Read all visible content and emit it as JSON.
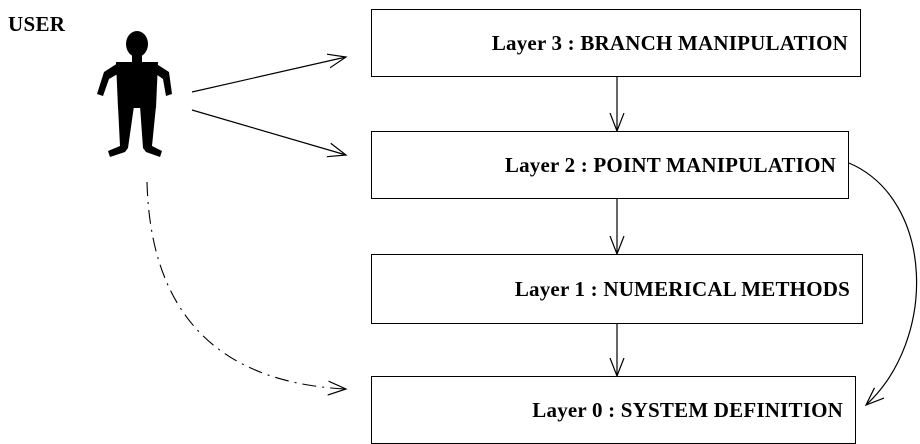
{
  "user": {
    "label": "USER"
  },
  "layers": [
    {
      "label": "Layer 3 : BRANCH MANIPULATION"
    },
    {
      "label": "Layer 2 : POINT MANIPULATION"
    },
    {
      "label": "Layer 1 : NUMERICAL METHODS"
    },
    {
      "label": "Layer 0 : SYSTEM DEFINITION"
    }
  ],
  "colors": {
    "stroke": "#000000",
    "figure": "#000000",
    "background": "#ffffff"
  }
}
